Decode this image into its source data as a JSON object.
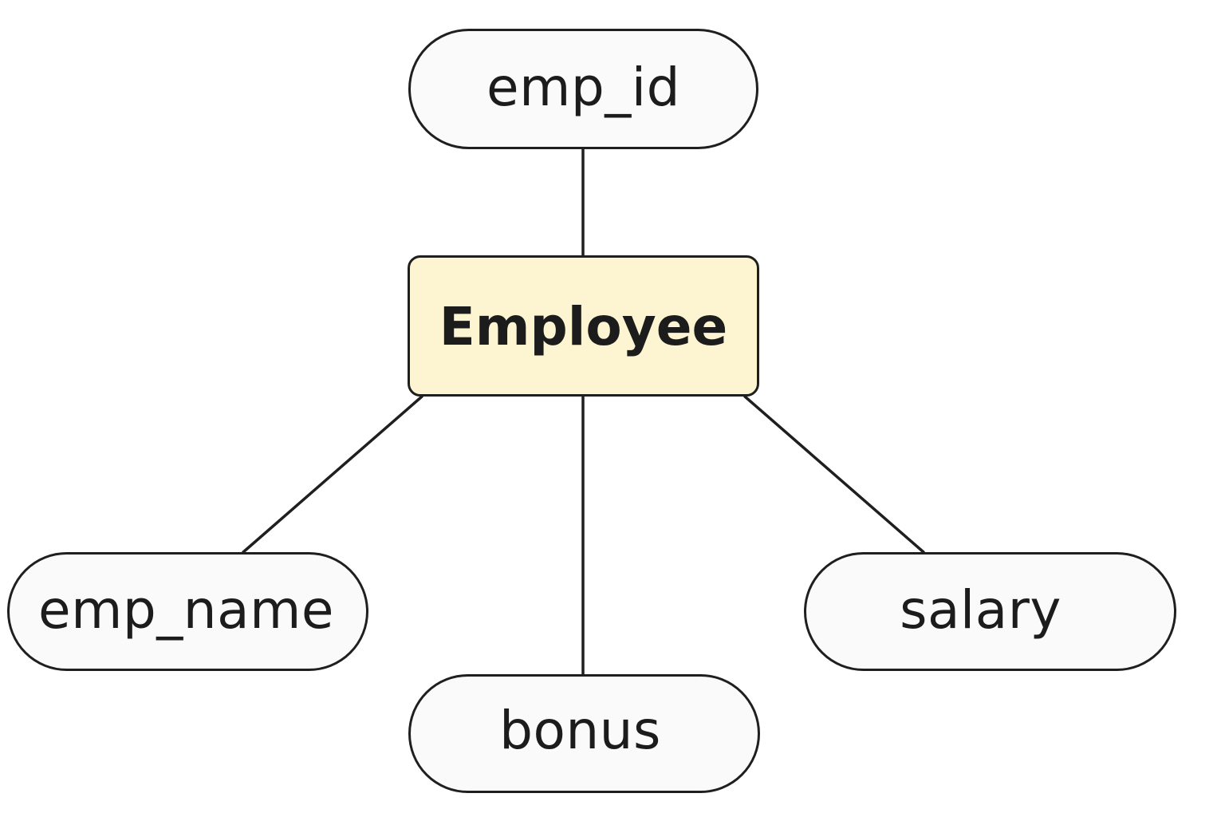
{
  "diagram": {
    "type": "er-diagram",
    "entity": {
      "label": "Employee",
      "fill": "#FDF5D2"
    },
    "attributes": [
      {
        "id": "emp_id",
        "label": "emp_id"
      },
      {
        "id": "emp_name",
        "label": "emp_name"
      },
      {
        "id": "bonus",
        "label": "bonus"
      },
      {
        "id": "salary",
        "label": "salary"
      }
    ],
    "attribute_fill": "#FAFAFA",
    "stroke_color": "#1F1F1F",
    "connections": [
      {
        "from": "Employee",
        "to": "emp_id"
      },
      {
        "from": "Employee",
        "to": "emp_name"
      },
      {
        "from": "Employee",
        "to": "bonus"
      },
      {
        "from": "Employee",
        "to": "salary"
      }
    ]
  }
}
